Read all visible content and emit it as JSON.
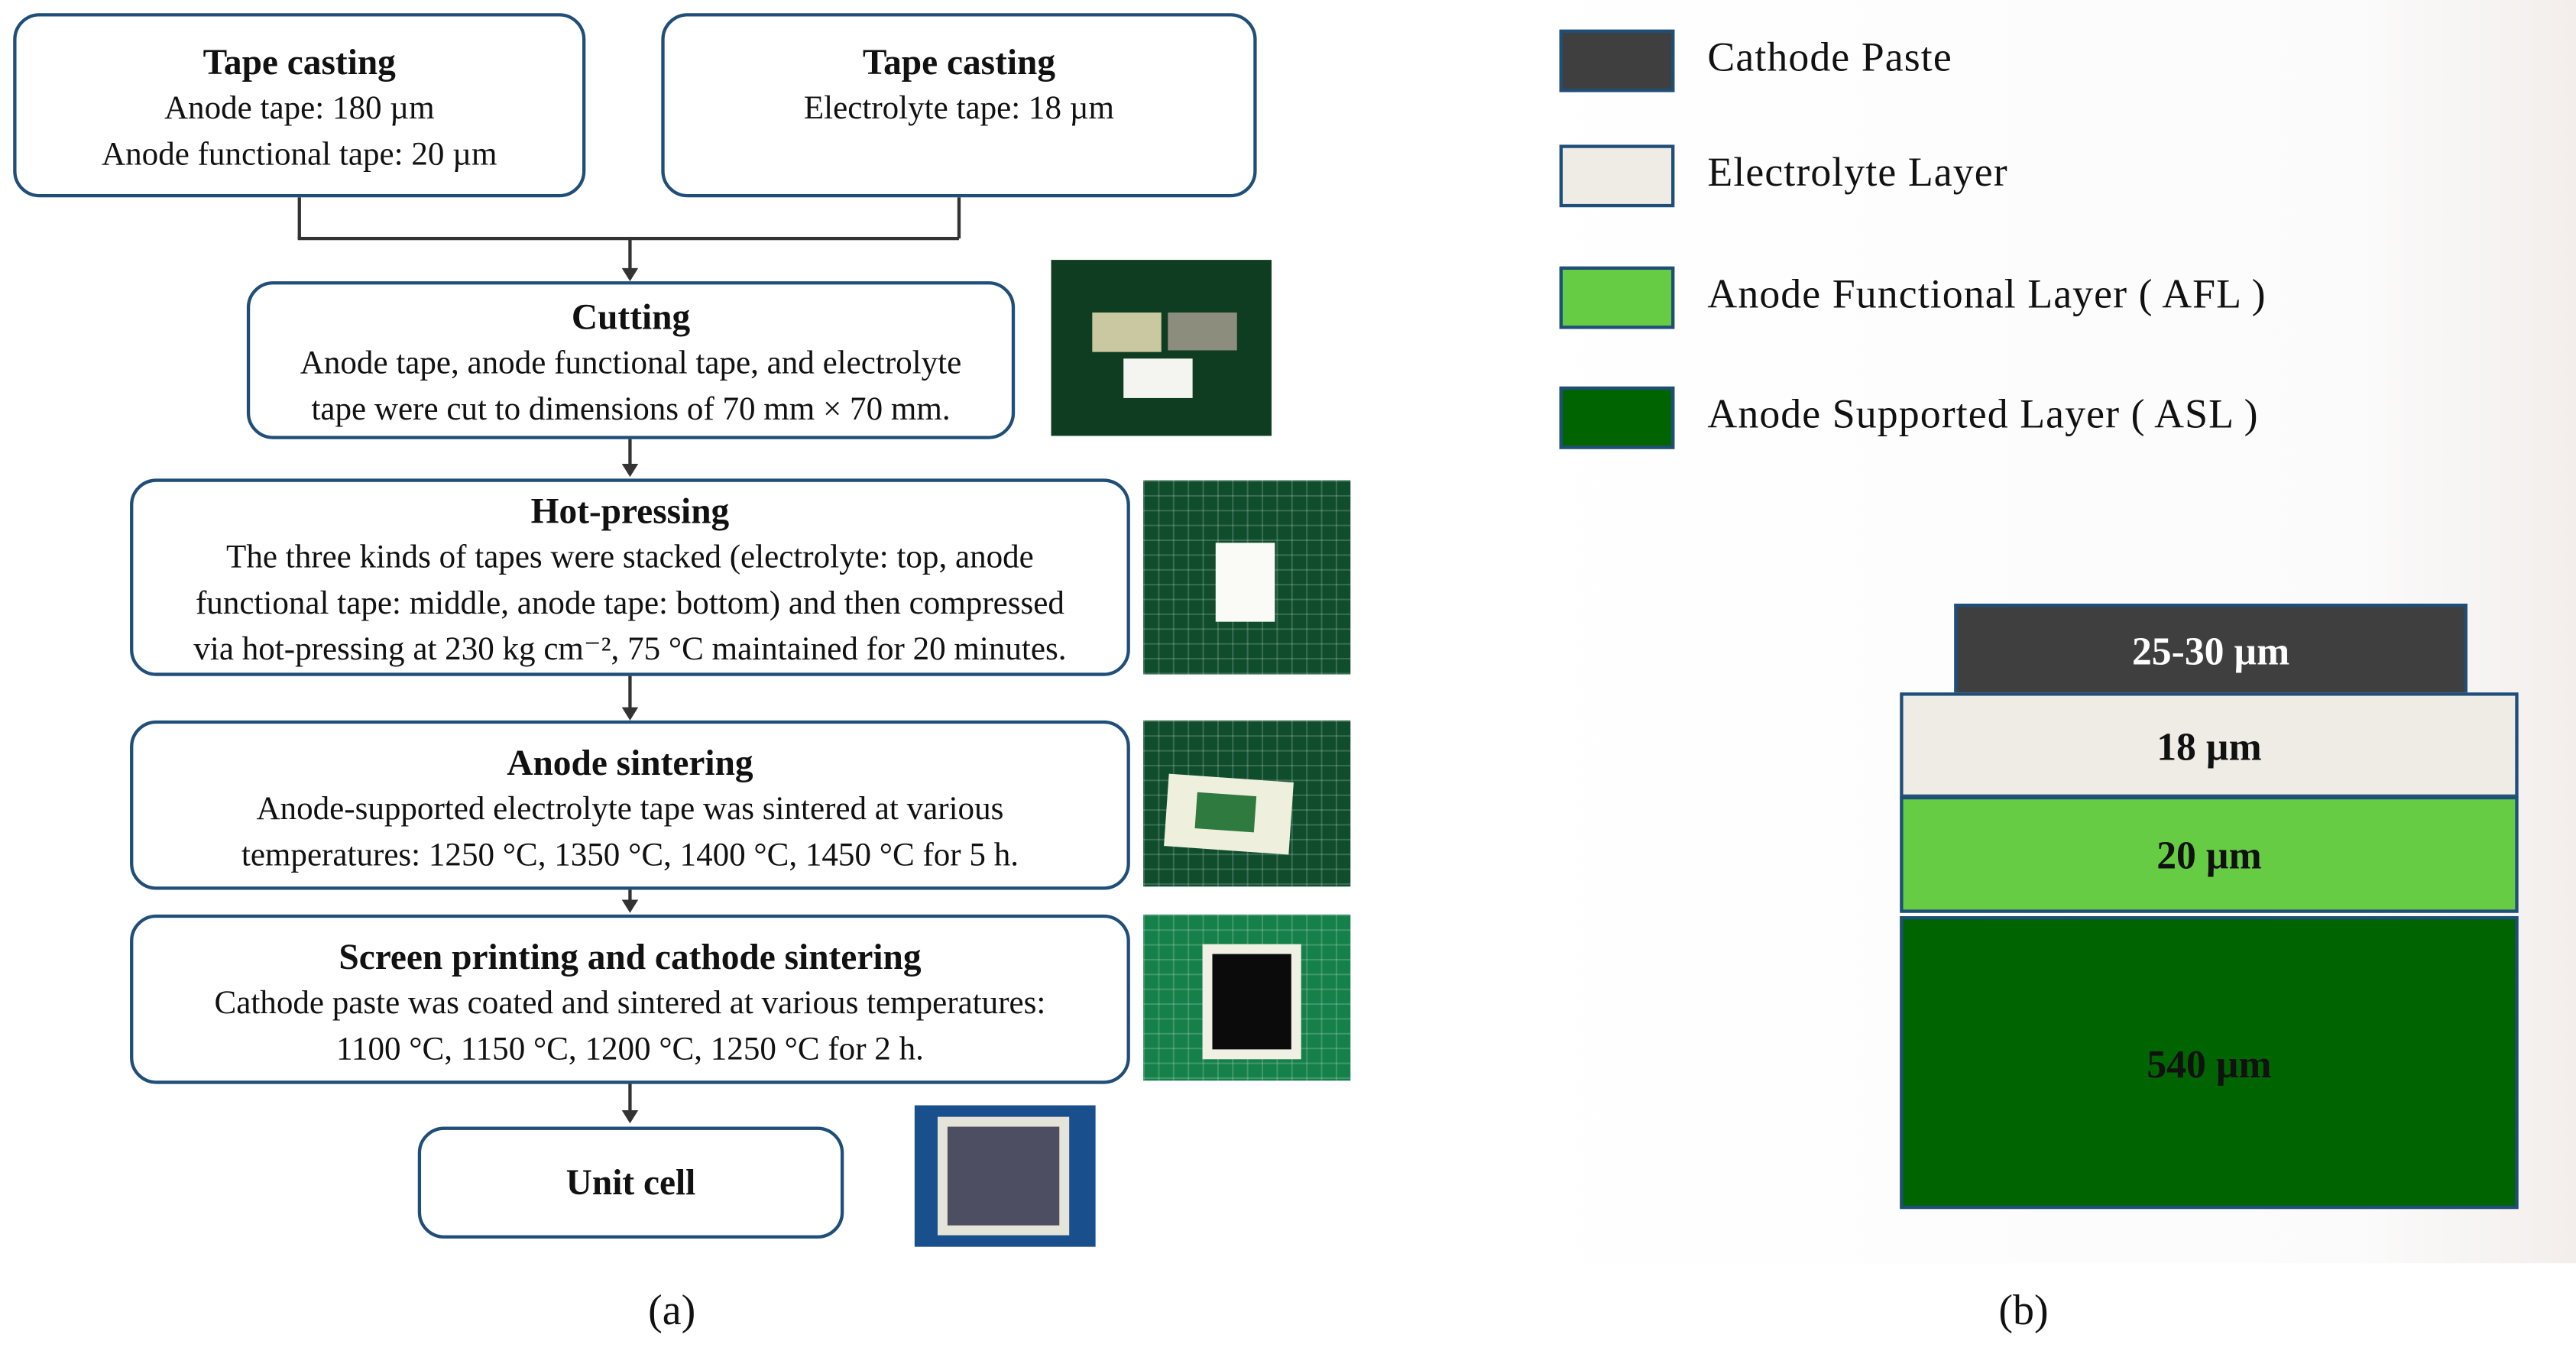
{
  "panel_a": {
    "label": "(a)",
    "steps": [
      {
        "title": "Tape casting",
        "body": "Anode tape: 180 µm\nAnode functional tape: 20 µm"
      },
      {
        "title": "Tape casting",
        "body": "Electrolyte tape: 18 µm"
      },
      {
        "title": "Cutting",
        "body": "Anode tape, anode functional tape, and electrolyte\ntape were cut to dimensions of 70 mm × 70 mm."
      },
      {
        "title": "Hot-pressing",
        "body": "The three kinds of tapes were stacked (electrolyte: top, anode\nfunctional tape: middle, anode tape: bottom) and then compressed\nvia hot-pressing at 230 kg cm⁻², 75 °C maintained for 20 minutes."
      },
      {
        "title": "Anode sintering",
        "body": "Anode-supported electrolyte tape was sintered at various\ntemperatures: 1250 °C, 1350 °C, 1400 °C, 1450 °C for 5 h."
      },
      {
        "title": "Screen printing and cathode sintering",
        "body": "Cathode paste was coated and sintered at various temperatures:\n1100 °C, 1150 °C, 1200 °C, 1250 °C for 2 h."
      },
      {
        "title": "Unit cell",
        "body": ""
      }
    ]
  },
  "panel_b": {
    "label": "(b)",
    "legend": [
      {
        "label": "Cathode Paste",
        "color": "#3f3f3f"
      },
      {
        "label": "Electrolyte Layer",
        "color": "#eeece4"
      },
      {
        "label": "Anode Functional Layer ( AFL )",
        "color": "#66cc44"
      },
      {
        "label": "Anode Supported Layer ( ASL )",
        "color": "#006400"
      }
    ],
    "layers": [
      {
        "thickness": "25-30 µm",
        "color": "#3f3f3f",
        "text_color": "#ffffff"
      },
      {
        "thickness": "18 µm",
        "color": "#eeece4",
        "text_color": "#111111"
      },
      {
        "thickness": "20 µm",
        "color": "#66cc44",
        "text_color": "#111111"
      },
      {
        "thickness": "540 µm",
        "color": "#006400",
        "text_color": "#111111"
      }
    ]
  }
}
